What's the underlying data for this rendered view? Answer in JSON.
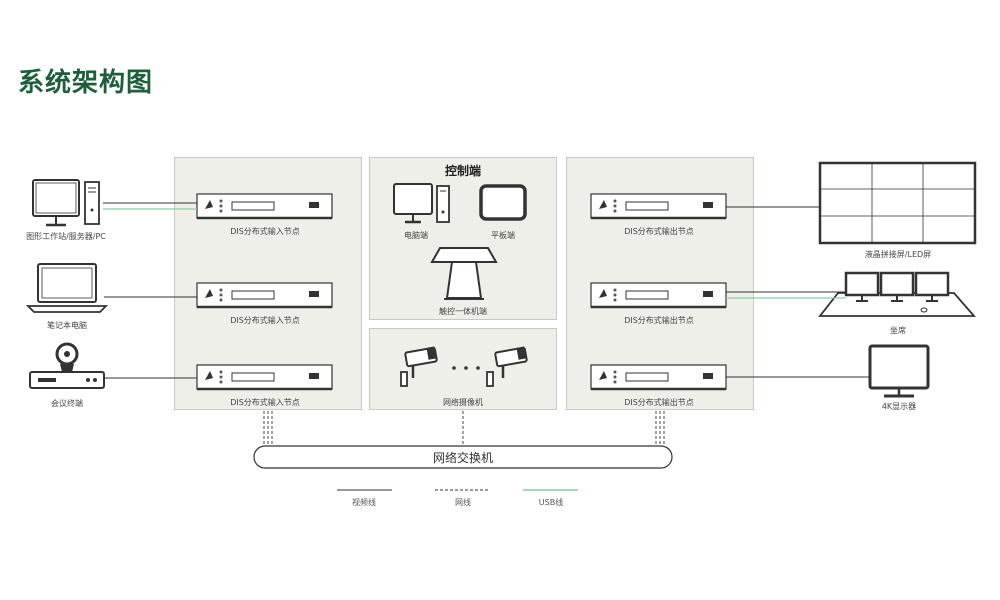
{
  "title": "系统架构图",
  "control": {
    "title": "控制端",
    "pc_label": "电脑端",
    "tablet_label": "平板端",
    "kiosk_label": "触控一体机端"
  },
  "input_nodes": [
    "DIS分布式输入节点",
    "DIS分布式输入节点",
    "DIS分布式输入节点"
  ],
  "output_nodes": [
    "DIS分布式输出节点",
    "DIS分布式输出节点",
    "DIS分布式输出节点"
  ],
  "sources": [
    "图形工作站/服务器/PC",
    "笔记本电脑",
    "会议终端"
  ],
  "camera_label": "网络摄像机",
  "displays": [
    "液晶拼接屏/LED屏",
    "坐席",
    "4K显示器"
  ],
  "switch_label": "网络交换机",
  "legend": {
    "video": "视频线",
    "network": "网线",
    "usb": "USB线"
  },
  "colors": {
    "title": "#1d5e3b",
    "usb_line": "#8fc9a3",
    "panel_bg": "#efefea"
  }
}
